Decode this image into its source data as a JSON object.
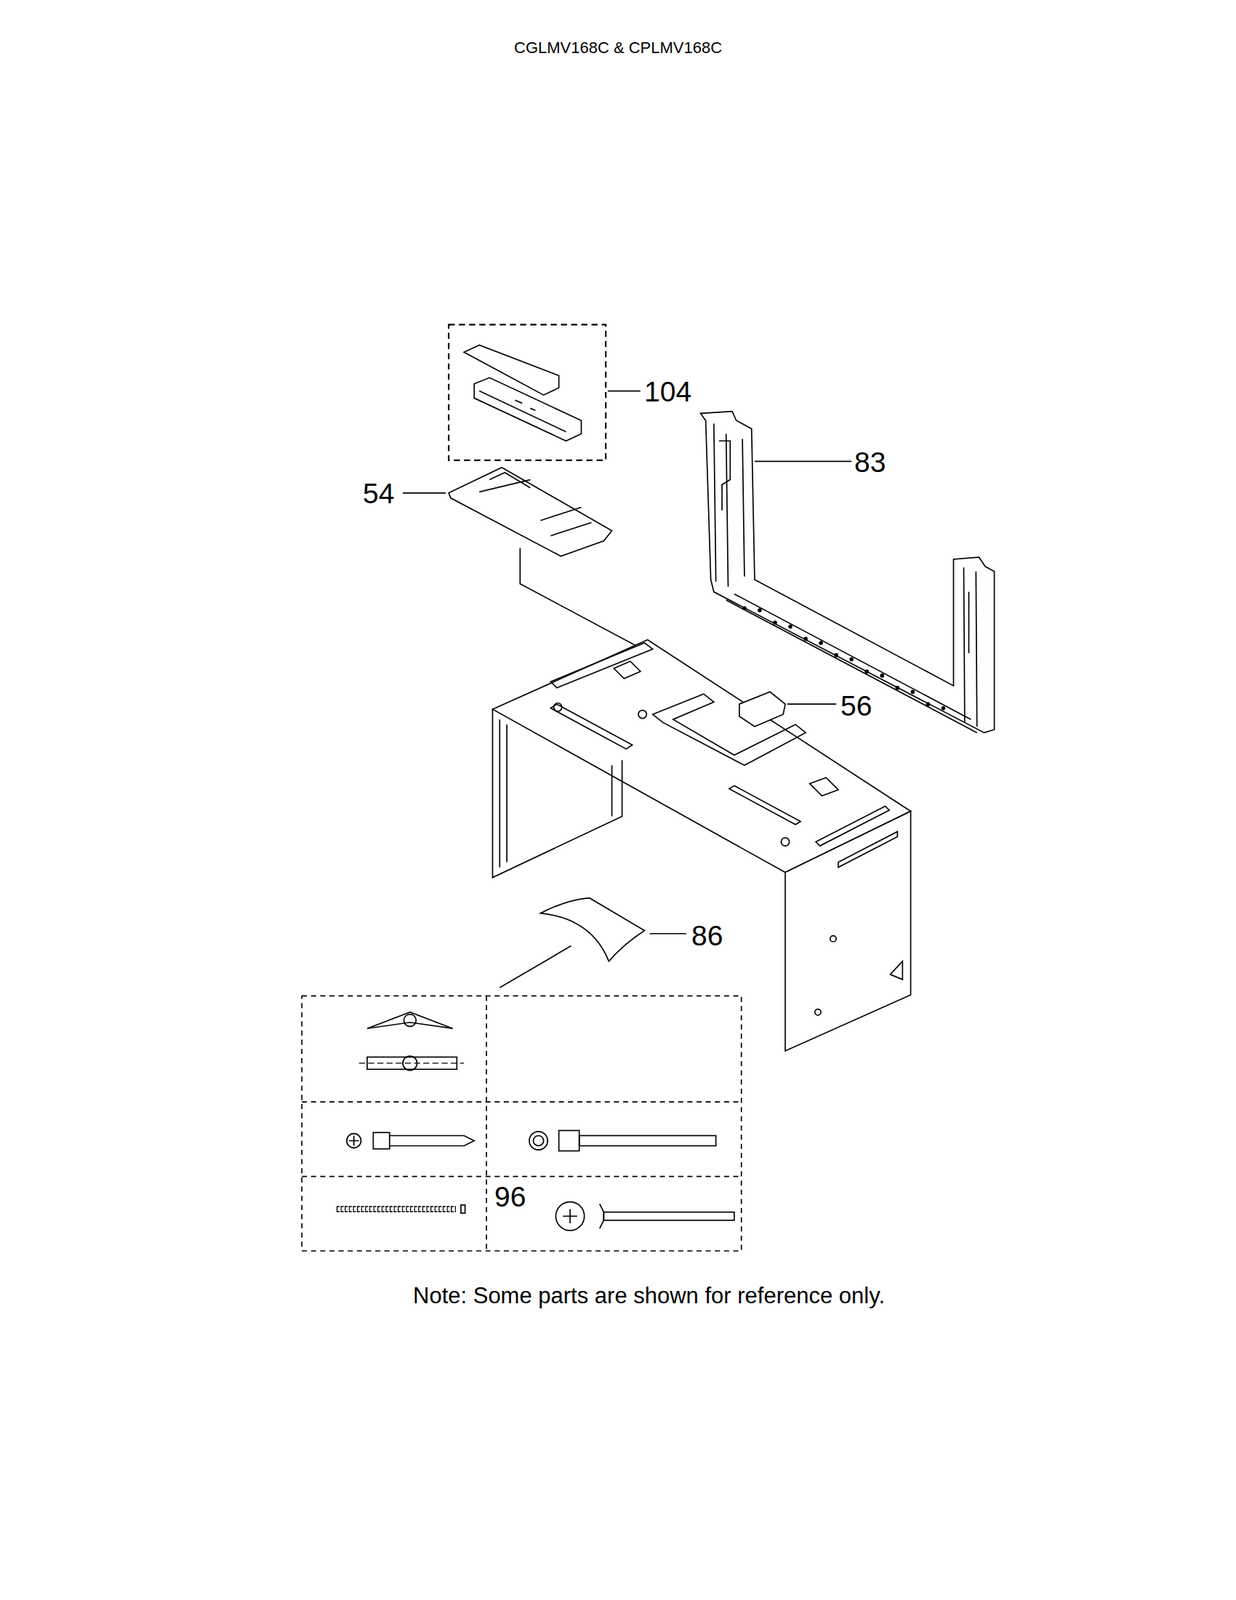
{
  "diagram": {
    "title": "CGLMV168C & CPLMV168C",
    "caption": "Note: Some parts are shown for reference only.",
    "labels": [
      "104",
      "83",
      "54",
      "56",
      "86",
      "96"
    ]
  }
}
